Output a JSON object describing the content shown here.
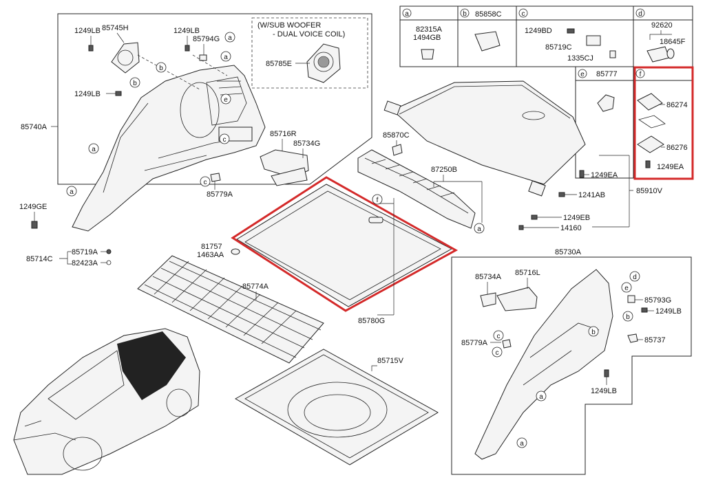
{
  "subwoofer_note": {
    "line1": "(W/SUB WOOFER",
    "line2": "- DUAL VOICE COIL)"
  },
  "labels": {
    "p85740A": "85740A",
    "p1249LB_a": "1249LB",
    "p85745H": "85745H",
    "p1249LB_b": "1249LB",
    "p85794G": "85794G",
    "p1249LB_c": "1249LB",
    "p85785E": "85785E",
    "p85716R": "85716R",
    "p85734G": "85734G",
    "p85779A_a": "85779A",
    "p1249GE": "1249GE",
    "p85714C": "85714C",
    "p85719A_a": "85719A",
    "p82423A": "82423A",
    "p85870C": "85870C",
    "p87250B": "87250B",
    "p81757": "81757",
    "p1463AA": "1463AA",
    "p85774A": "85774A",
    "p85780G": "85780G",
    "p85715V": "85715V",
    "p85910V": "85910V",
    "p1249EA_a": "1249EA",
    "p1241AB": "1241AB",
    "p1249EB": "1249EB",
    "p14160": "14160",
    "p85730A": "85730A",
    "p85734A": "85734A",
    "p85716L": "85716L",
    "p85793G": "85793G",
    "p1249LB_d": "1249LB",
    "p85779A_b": "85779A",
    "p85737": "85737",
    "p1249LB_e": "1249LB"
  },
  "legend": {
    "a": {
      "letter": "a",
      "parts": [
        "82315A",
        "1494GB"
      ]
    },
    "b": {
      "letter": "b",
      "parts": [
        "85858C"
      ]
    },
    "c": {
      "letter": "c",
      "parts": [
        "1249BD",
        "85719C",
        "1335CJ"
      ]
    },
    "d": {
      "letter": "d",
      "parts": [
        "92620",
        "18645F"
      ]
    },
    "e": {
      "letter": "e",
      "parts": [
        "85777"
      ]
    },
    "f": {
      "letter": "f",
      "parts": [
        "86274",
        "86276",
        "1249EA"
      ]
    }
  },
  "callouts": [
    "a",
    "b",
    "c",
    "d",
    "e",
    "f"
  ],
  "colors": {
    "highlight": "#d42a2a",
    "line": "#222222"
  }
}
